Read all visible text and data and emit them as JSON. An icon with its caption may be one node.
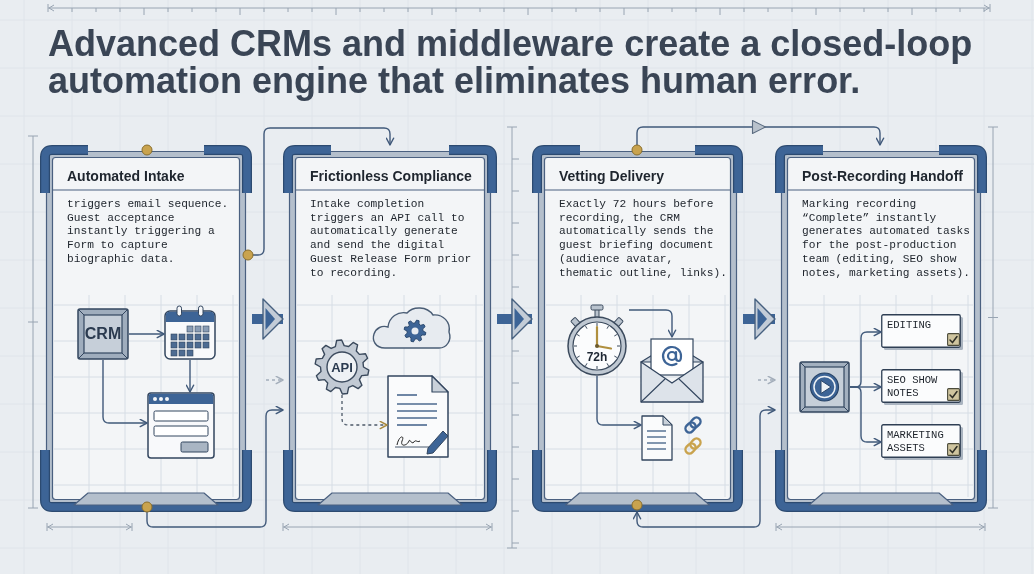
{
  "diagram": {
    "title": "Advanced CRMs and middleware create a closed-loop automation engine that eliminates human error.",
    "nodes": [
      {
        "text": [
          "Automated Intake",
          "triggers email sequence. Guest acceptance instantly triggering a Form to capture biographic data."
        ]
      },
      {
        "text": [
          "CRM"
        ],
        "in": 0
      },
      {
        "text": [],
        "shape": "picture",
        "in": 0
      },
      {
        "text": [],
        "shape": "picture",
        "in": 0
      },
      {
        "text": [
          "Frictionless Compliance",
          "Intake completion triggers an API call to automatically generate and send the digital Guest Release Form prior to recording."
        ]
      },
      {
        "text": [
          "API"
        ],
        "in": 4
      },
      {
        "text": [],
        "shape": "picture",
        "in": 4
      },
      {
        "text": [
          "Vetting Delivery",
          "Exactly 72 hours before recording, the CRM automatically sends the guest briefing document (audience avatar, thematic outline, links)."
        ]
      },
      {
        "text": [
          "72h"
        ],
        "in": 7
      },
      {
        "text": [],
        "shape": "picture",
        "in": 7
      },
      {
        "text": [],
        "shape": "picture",
        "in": 7
      },
      {
        "text": [
          "Post-Recording Handoff",
          "Marking recording “Complete” instantly generates automated tasks for the post-production team (editing, SEO show notes, marketing assets)."
        ]
      },
      {
        "text": [],
        "shape": "picture",
        "in": 11
      },
      {
        "text": [
          "EDITING"
        ],
        "in": 11
      },
      {
        "text": [
          "SEO SHOW NOTES"
        ],
        "in": 11
      },
      {
        "text": [
          "MARKETING ASSETS"
        ],
        "in": 11
      }
    ],
    "edges": [
      {
        "from": 1,
        "to": 2,
        "arrow": "to"
      },
      {
        "from": 2,
        "to": 3,
        "arrow": "to"
      },
      {
        "from": 1,
        "to": 3,
        "arrow": "to"
      },
      {
        "from": 0,
        "to": 4,
        "arrow": "to",
        "style": "thick"
      },
      {
        "from": 0,
        "to": 4,
        "arrow": "to"
      },
      {
        "from": 0,
        "to": 4,
        "arrow": "to"
      },
      {
        "from": null,
        "to": 4,
        "arrow": "to",
        "style": "dashed",
        "color": "#a3adba"
      },
      {
        "from": 5,
        "to": 6,
        "arrow": "to",
        "style": "dashed"
      },
      {
        "from": 4,
        "to": 7,
        "arrow": "to",
        "style": "thick"
      },
      {
        "from": 8,
        "to": 9,
        "arrow": "to"
      },
      {
        "from": 8,
        "to": 10,
        "arrow": "to"
      },
      {
        "from": 7,
        "to": 11,
        "arrow": "to",
        "style": "thick"
      },
      {
        "from": 7,
        "to": 11,
        "arrow": "to"
      },
      {
        "from": 7,
        "to": 11,
        "arrow": "both"
      },
      {
        "from": null,
        "to": 11,
        "arrow": "to",
        "style": "dashed",
        "color": "#a3adba"
      },
      {
        "from": 12,
        "to": 13,
        "arrow": "to"
      },
      {
        "from": 12,
        "to": 14,
        "arrow": "to"
      },
      {
        "from": 12,
        "to": 15,
        "arrow": "to"
      }
    ]
  }
}
